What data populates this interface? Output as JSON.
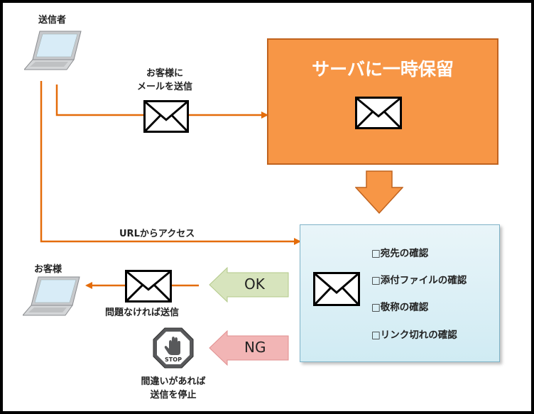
{
  "sender": {
    "label": "送信者"
  },
  "customer": {
    "label": "お客様"
  },
  "send_label": {
    "line1": "お客様に",
    "line2": "メールを送信"
  },
  "server": {
    "title": "サーバに一時保留"
  },
  "access_label": "URLからアクセス",
  "review_items": [
    "□宛先の確認",
    "□添付ファイルの確認",
    "□敬称の確認",
    "□リンク切れの確認"
  ],
  "ok": {
    "label": "OK",
    "caption": "問題なければ送信"
  },
  "ng": {
    "label": "NG",
    "caption_line1": "間違いがあれば",
    "caption_line2": "送信を停止"
  },
  "stop_sign": {
    "text": "STOP"
  },
  "colors": {
    "orange": "#f79646",
    "orange_line": "#e46c0a",
    "review_box": "#daeef3",
    "ok_green": "#d7e4bd",
    "ng_red": "#f2b5b5"
  }
}
